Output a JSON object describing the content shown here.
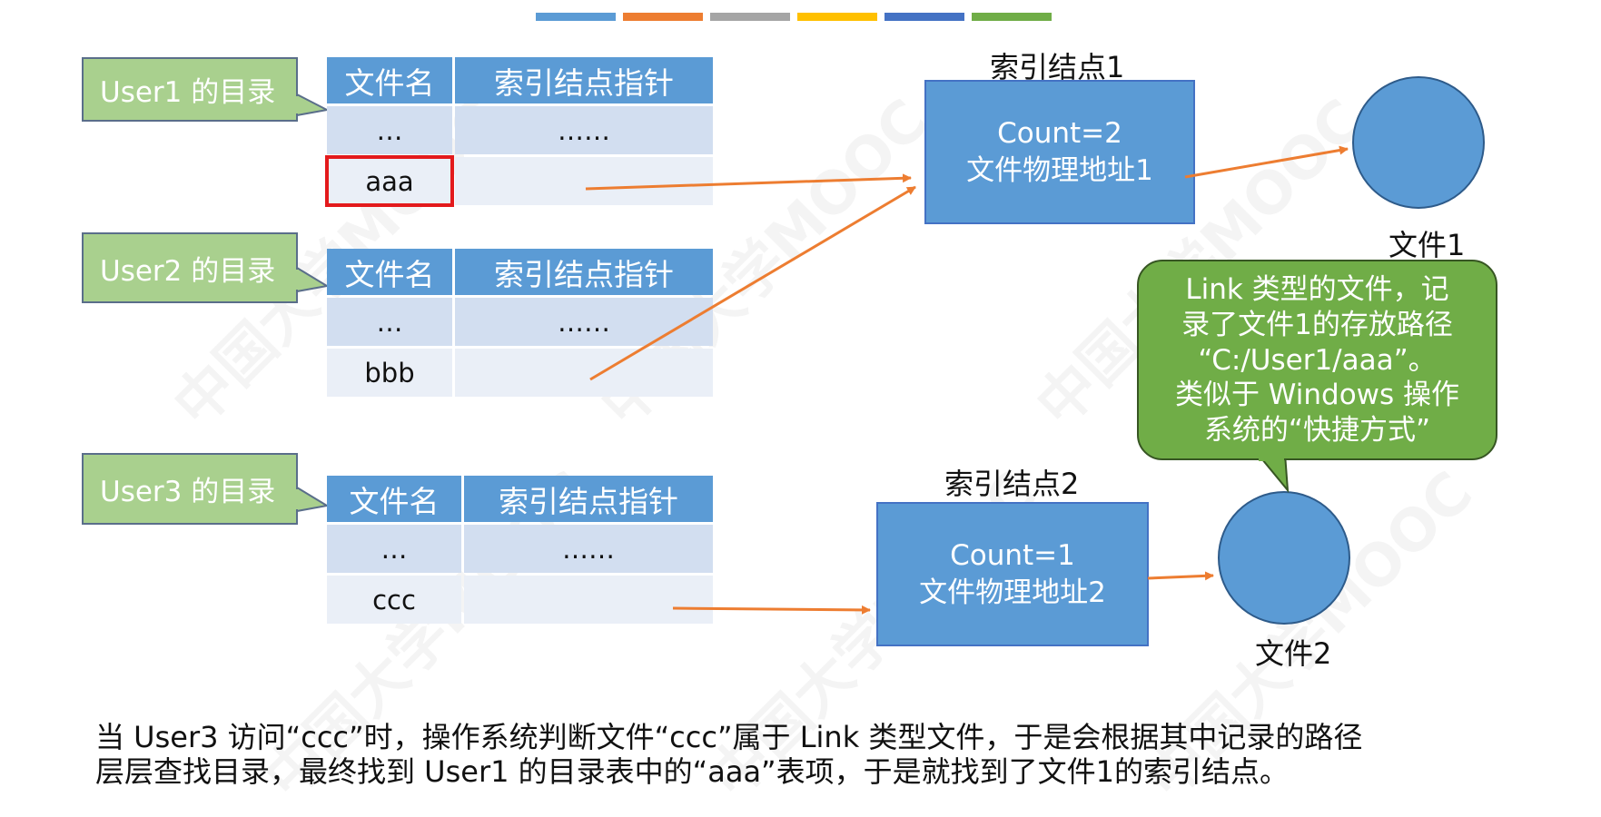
{
  "colors": {
    "top_bar": [
      "#5b9bd5",
      "#ed7d31",
      "#a5a5a5",
      "#ffc000",
      "#4472c4",
      "#70ad47"
    ],
    "callout_fill": "#a9d08e",
    "header_fill": "#5b9bd5",
    "arrow": "#ed7d31",
    "highlight": "#e31a1c",
    "bubble_fill": "#70ad47"
  },
  "watermark": "中国大学MOOC",
  "directories": [
    {
      "label": "User1 的目录",
      "headers": [
        "文件名",
        "索引结点指针"
      ],
      "rows": [
        {
          "name": "…",
          "pointer": "……"
        },
        {
          "name": "aaa",
          "pointer": ""
        }
      ]
    },
    {
      "label": "User2 的目录",
      "headers": [
        "文件名",
        "索引结点指针"
      ],
      "rows": [
        {
          "name": "…",
          "pointer": "……"
        },
        {
          "name": "bbb",
          "pointer": ""
        }
      ]
    },
    {
      "label": "User3 的目录",
      "headers": [
        "文件名",
        "索引结点指针"
      ],
      "rows": [
        {
          "name": "…",
          "pointer": "……"
        },
        {
          "name": "ccc",
          "pointer": ""
        }
      ]
    }
  ],
  "index_nodes": [
    {
      "title": "索引结点1",
      "count": "Count=2",
      "address": "文件物理地址1"
    },
    {
      "title": "索引结点2",
      "count": "Count=1",
      "address": "文件物理地址2"
    }
  ],
  "files": [
    "文件1",
    "文件2"
  ],
  "bubble_lines": [
    "Link 类型的文件，记",
    "录了文件1的存放路径",
    "“C:/User1/aaa”。",
    "类似于 Windows 操作",
    "系统的“快捷方式”"
  ],
  "caption_lines": [
    "当 User3 访问“ccc”时，操作系统判断文件“ccc”属于 Link 类型文件，于是会根据其中记录的路径",
    "层层查找目录，最终找到 User1 的目录表中的“aaa”表项，于是就找到了文件1的索引结点。"
  ]
}
